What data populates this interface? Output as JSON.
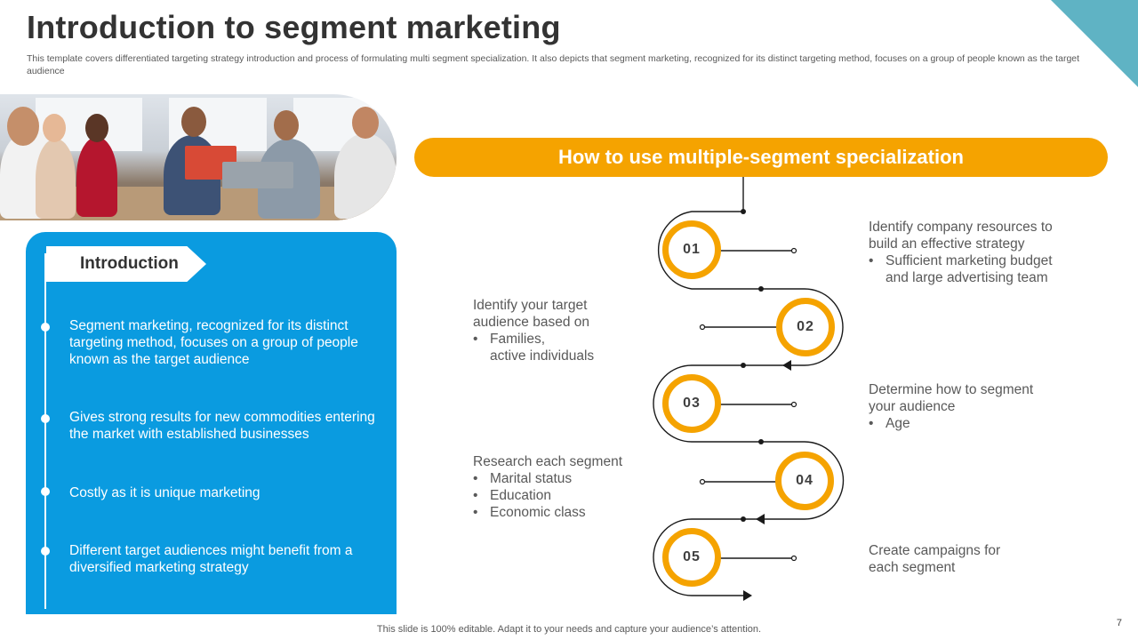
{
  "title": "Introduction to segment marketing",
  "subtitle": "This template covers differentiated targeting strategy introduction and process of formulating multi segment specialization. It also depicts that segment marketing, recognized for its distinct targeting method, focuses on a group of people known as the target audience",
  "photo_icon": "team-meeting-photo",
  "intro": {
    "label": "Introduction",
    "bullets": [
      "Segment marketing, recognized for its distinct targeting method, focuses on a group of people known as the target audience",
      "Gives strong results for new commodities entering the market with established businesses",
      "Costly as it is unique marketing",
      "Different target audiences might benefit from a diversified marketing strategy"
    ]
  },
  "process": {
    "heading": "How to use multiple-segment specialization",
    "steps": [
      {
        "num": "01",
        "lines": [
          "Identify  company resources to",
          "build an effective strategy"
        ],
        "bullets": [
          "Sufficient marketing budget"
        ],
        "cont": "and large advertising team"
      },
      {
        "num": "02",
        "lines": [
          "Identify  your target",
          "audience based on"
        ],
        "bullets": [
          "Families,"
        ],
        "cont": "active individuals"
      },
      {
        "num": "03",
        "lines": [
          "Determine how to segment",
          "your audience"
        ],
        "bullets": [
          "Age"
        ]
      },
      {
        "num": "04",
        "lines": [
          "Research each segment"
        ],
        "bullets": [
          "Marital status",
          "Education",
          "Economic class"
        ]
      },
      {
        "num": "05",
        "lines": [
          "Create campaigns for",
          "each segment"
        ]
      }
    ]
  },
  "footer": "This slide is 100% editable. Adapt it to your needs and capture your audience’s attention.",
  "page_number": "7",
  "colors": {
    "accent": "#f5a300",
    "panel": "#0a9be0",
    "corner": "#5fb3c4"
  }
}
